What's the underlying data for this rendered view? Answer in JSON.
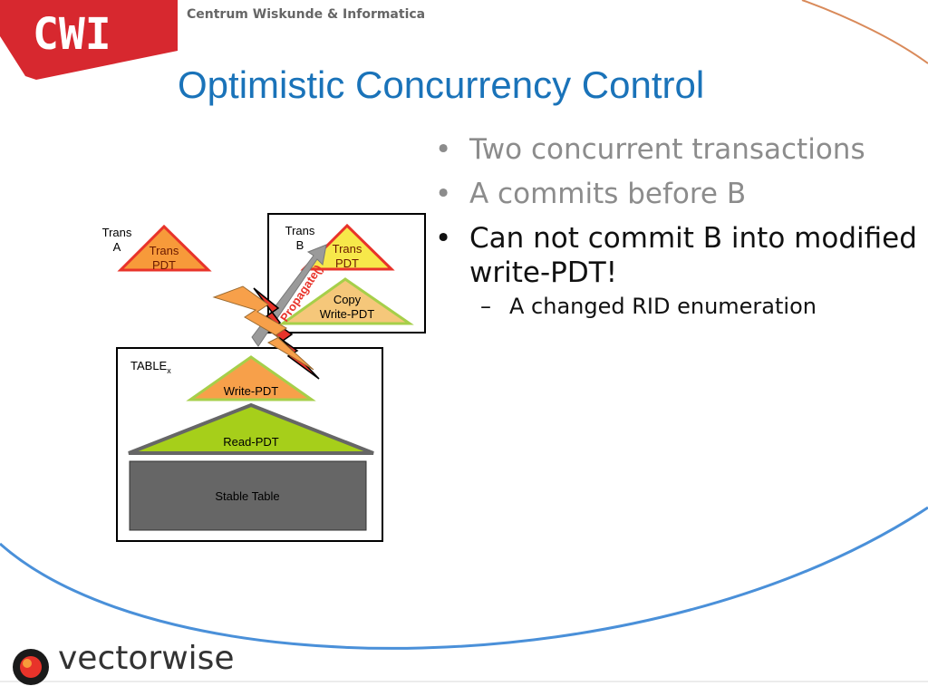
{
  "header": {
    "logo_text": "CWI",
    "organization": "Centrum Wiskunde & Informatica"
  },
  "slide": {
    "title": "Optimistic Concurrency Control"
  },
  "bullets": [
    {
      "mark": "•",
      "text": "Two concurrent transactions"
    },
    {
      "mark": "•",
      "text": "A commits before B"
    },
    {
      "mark": "•",
      "text": "Can not commit B into modified write-PDT!"
    }
  ],
  "sub_bullets": [
    {
      "mark": "–",
      "text": "A changed RID enumeration"
    }
  ],
  "diagram": {
    "trans_a_line1": "Trans",
    "trans_a_line2": "A",
    "trans_a_pdt_line1": "Trans",
    "trans_a_pdt_line2": "PDT",
    "trans_b_line1": "Trans",
    "trans_b_line2": "B",
    "trans_b_pdt_line1": "Trans",
    "trans_b_pdt_line2": "PDT",
    "copy_line1": "Copy",
    "copy_line2": "Write-PDT",
    "propagate": "Propagate()",
    "table_label": "TABLE",
    "table_subscript": "x",
    "write_pdt": "Write-PDT",
    "read_pdt": "Read-PDT",
    "stable_table": "Stable Table"
  },
  "footer": {
    "brand": "vectorwise"
  },
  "colors": {
    "title": "#1a73b9",
    "logo_red": "#d7282f",
    "arc_blue": "#4a90d9",
    "arc_orange": "#d98a5a",
    "trans_pdt_fill": "#f7e84a",
    "trans_pdt_border": "#e8332a",
    "trans_a_fill": "#f79a3a",
    "write_pdt_fill": "#f7a04a",
    "write_pdt_border": "#a6cf4a",
    "read_pdt_fill": "#a6cf1a",
    "stable_table_fill": "#666666"
  }
}
